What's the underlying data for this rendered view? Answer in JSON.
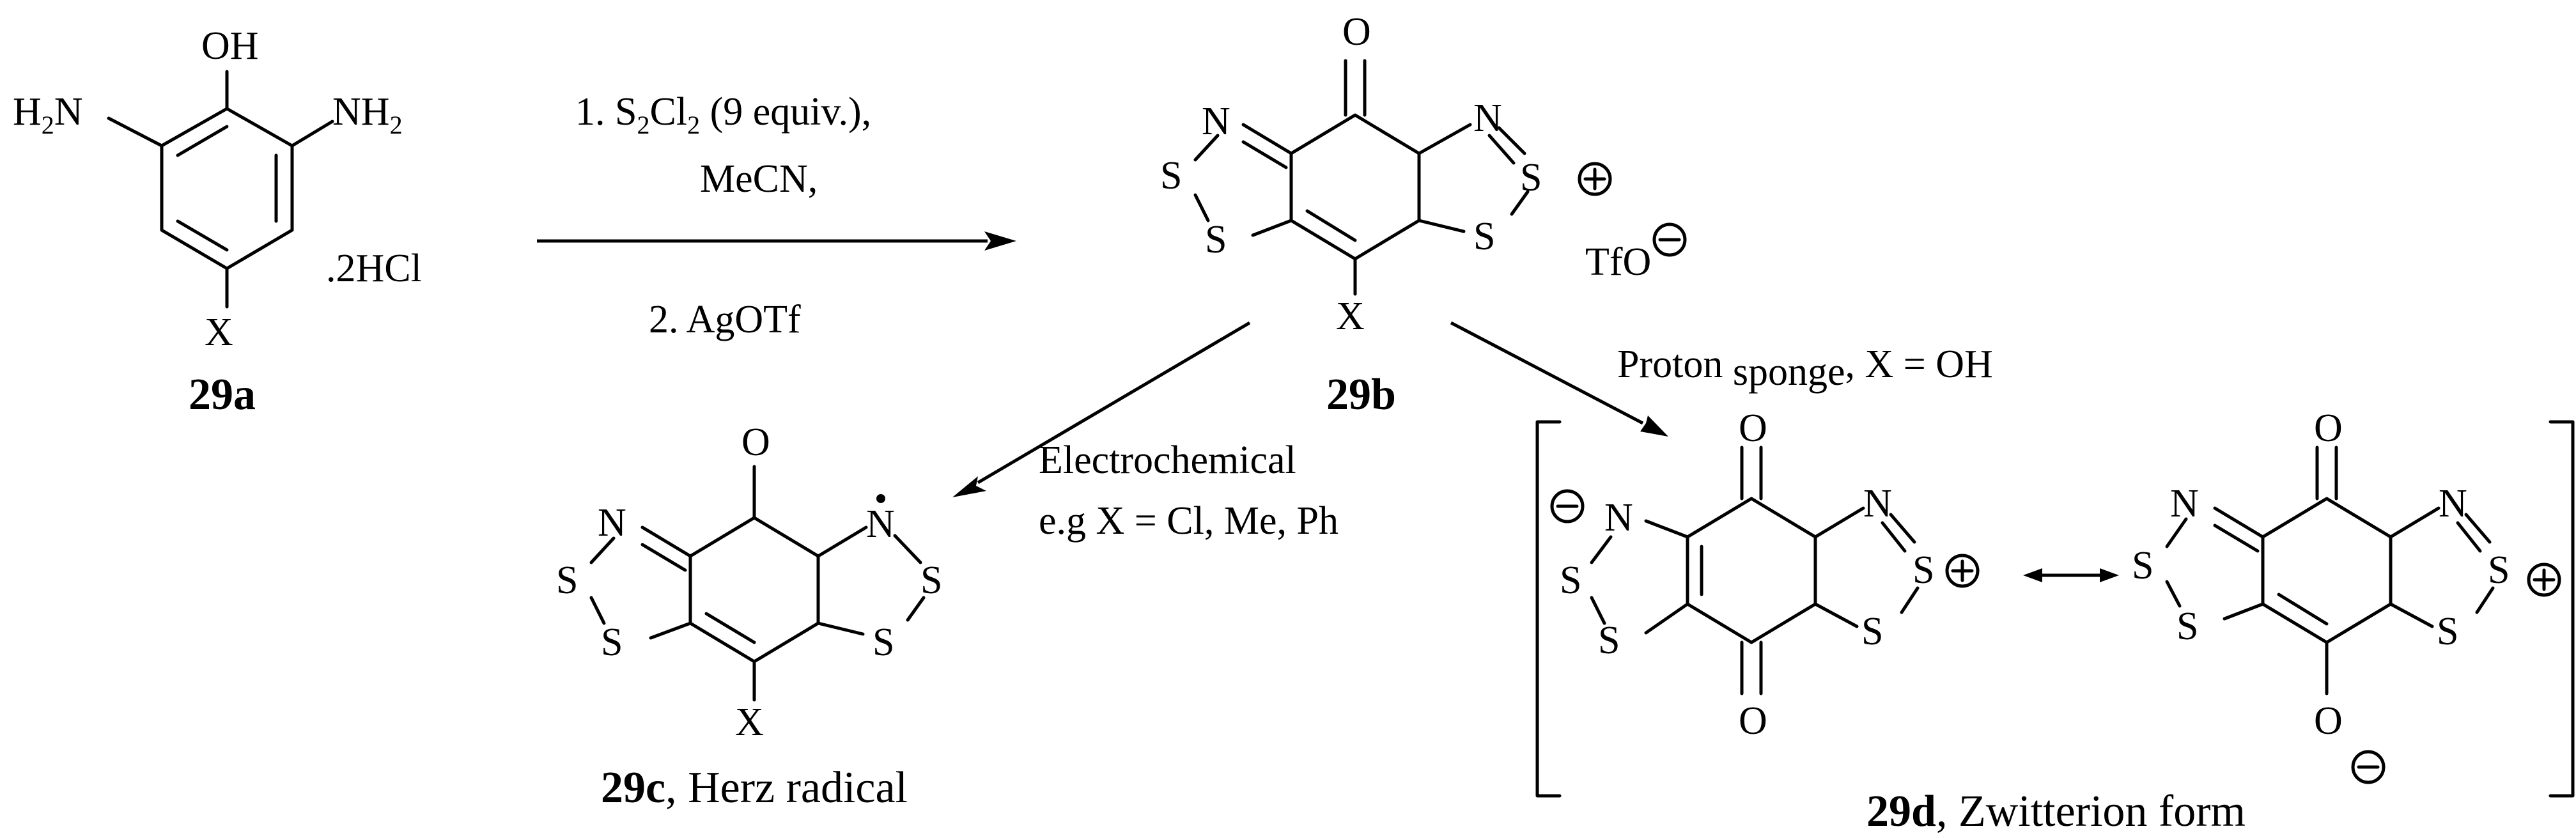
{
  "compounds": {
    "c29a": {
      "label": "29a",
      "oh": "OH",
      "h2n": "H",
      "h2n_sub": "2",
      "h2n_n": "N",
      "nh2": "NH",
      "nh2_sub": "2",
      "x": "X",
      "salt": ".2HCl"
    },
    "c29b": {
      "label": "29b",
      "o": "O",
      "n": "N",
      "s": "S",
      "x": "X",
      "counterion": "TfO"
    },
    "c29c": {
      "label": "29c",
      "caption_suffix": ", Herz radical",
      "o": "O",
      "n": "N",
      "s": "S",
      "x": "X"
    },
    "c29d": {
      "label": "29d",
      "caption_suffix": ", Zwitterion form",
      "o": "O",
      "n": "N",
      "s": "S"
    }
  },
  "reaction1": {
    "step1_prefix": "1. S",
    "step1_sub1": "2",
    "step1_cl": "Cl",
    "step1_sub2": "2",
    "step1_suffix": " (9 equiv.),",
    "step1_line2": "MeCN,",
    "step2": "2. AgOTf"
  },
  "reaction2": {
    "line1": "Electrochemical",
    "line2": "e.g X = Cl, Me, Ph"
  },
  "reaction3": {
    "line1_a": "Proton ",
    "line1_b": "sponge",
    "line1_c": ", X = OH"
  },
  "symbols": {
    "plus": "+",
    "minus": "−",
    "resonance": "↔"
  }
}
